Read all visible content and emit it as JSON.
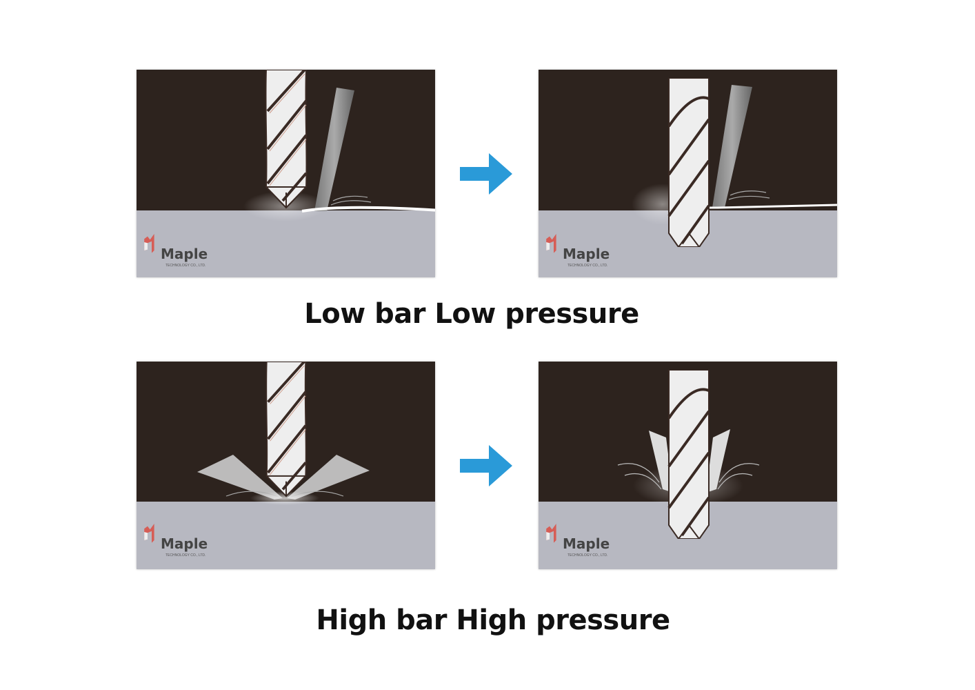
{
  "rows": [
    {
      "caption": "Low bar Low pressure"
    },
    {
      "caption": "High bar High pressure"
    }
  ],
  "logo": {
    "name": "Maple",
    "subtitle": "TECHNOLOGY CO., LTD."
  },
  "colors": {
    "background_dark": "#2d231e",
    "workpiece": "#b7b8c1",
    "arrow": "#2a9ad8",
    "logo_red": "#d9534a"
  }
}
